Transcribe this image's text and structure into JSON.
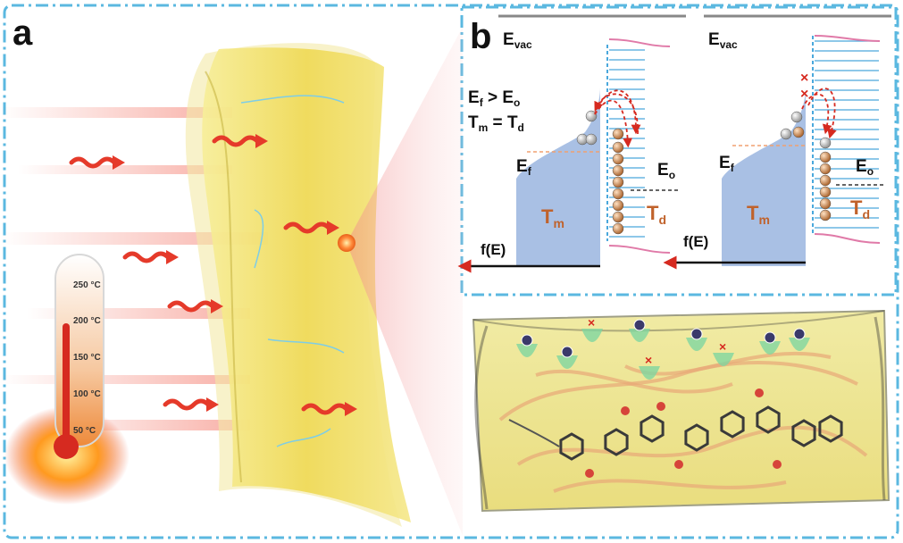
{
  "panels": {
    "a": "a",
    "b": "b"
  },
  "thermometer": {
    "ticks": [
      "250 °C",
      "200 °C",
      "150 °C",
      "100 °C",
      "50 °C"
    ]
  },
  "energy_diagram": {
    "left": {
      "evac": "E",
      "evac_sub": "vac",
      "cond1_a": "E",
      "cond1_sub_a": "f",
      "cond1_op": " > ",
      "cond1_b": "E",
      "cond1_sub_b": "o",
      "cond2_a": "T",
      "cond2_sub_a": "m",
      "cond2_op": " = ",
      "cond2_b": "T",
      "cond2_sub_b": "d",
      "ef": "E",
      "ef_sub": "f",
      "eo": "E",
      "eo_sub": "o",
      "tm": "T",
      "tm_sub": "m",
      "td": "T",
      "td_sub": "d",
      "axis": "f(E)"
    },
    "right": {
      "evac": "E",
      "evac_sub": "vac",
      "ef": "E",
      "ef_sub": "f",
      "eo": "E",
      "eo_sub": "o",
      "tm": "T",
      "tm_sub": "m",
      "td": "T",
      "td_sub": "d",
      "axis": "f(E)",
      "blocked_marks": [
        "×",
        "×"
      ]
    }
  },
  "colors": {
    "dash_frame": "#5bb8e0",
    "film": "#f2e27a",
    "arrow": "#e53a2a",
    "dos_fill": "#a9c0e4",
    "trap_line": "#4aa8dc",
    "energy_label": "#c0622b",
    "block": "#f3ec9e"
  }
}
